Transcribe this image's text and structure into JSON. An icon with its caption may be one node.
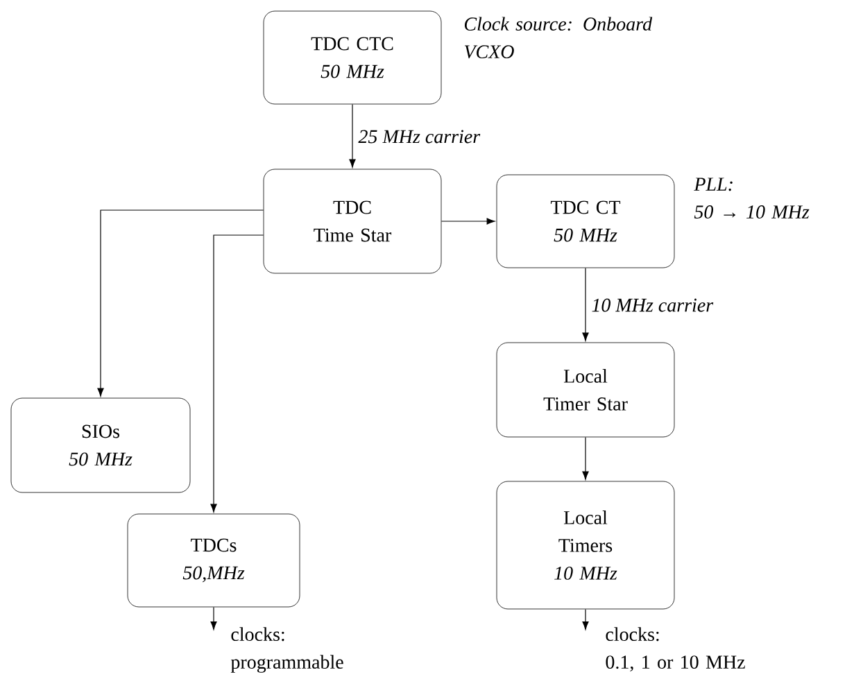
{
  "diagram": {
    "nodes": [
      {
        "text": [
          "TDC CTC",
          "50 MHz"
        ],
        "beside": [
          "Clock source: Onboard VCXO"
        ]
      },
      {
        "text": [
          "TDC Time Star"
        ]
      },
      {
        "text": [
          "TDC CT",
          "50 MHz"
        ],
        "beside": [
          "PLL: 50 → 10 MHz"
        ]
      },
      {
        "text": [
          "SIOs",
          "50 MHz"
        ]
      },
      {
        "text": [
          "TDCs",
          "50,MHz"
        ]
      },
      {
        "text": [
          "Local Timer Star"
        ]
      },
      {
        "text": [
          "Local Timers",
          "10 MHz"
        ]
      },
      {
        "text": [
          "clocks: programmable"
        ]
      },
      {
        "text": [
          "clocks: 0.1, 1 or 10 MHz"
        ]
      }
    ],
    "edges": [
      {
        "from": 0,
        "to": 1,
        "arrow": "to",
        "label": "25 MHz carrier"
      },
      {
        "from": 1,
        "to": 2,
        "arrow": "to"
      },
      {
        "from": 1,
        "to": 3,
        "arrow": "to"
      },
      {
        "from": 1,
        "to": 4,
        "arrow": "to"
      },
      {
        "from": 2,
        "to": 5,
        "arrow": "to",
        "label": "10 MHz carrier"
      },
      {
        "from": 5,
        "to": 6,
        "arrow": "to"
      },
      {
        "from": 4,
        "to": 7,
        "arrow": "to"
      },
      {
        "from": 6,
        "to": 8,
        "arrow": "to"
      }
    ]
  }
}
